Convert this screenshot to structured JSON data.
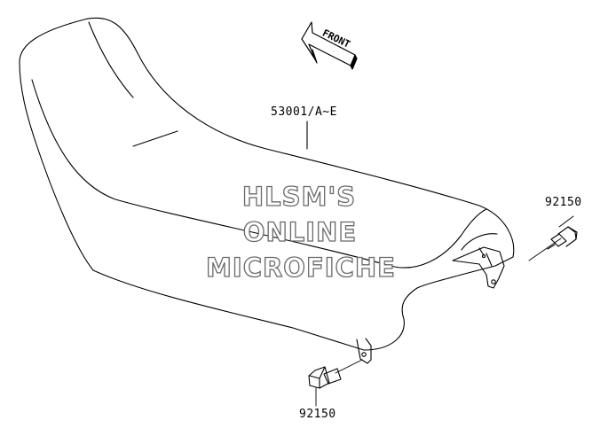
{
  "diagram": {
    "front_arrow_label": "FRONT",
    "parts": [
      {
        "id": "seat",
        "number": "53001/A~E"
      },
      {
        "id": "bolt_right",
        "number": "92150"
      },
      {
        "id": "bolt_left",
        "number": "92150"
      }
    ],
    "watermark_lines": [
      "HLSM'S",
      "ONLINE",
      "MICROFICHE"
    ],
    "colors": {
      "line": "#000000",
      "background": "#ffffff",
      "watermark_outline": "#6a6a6a"
    }
  }
}
